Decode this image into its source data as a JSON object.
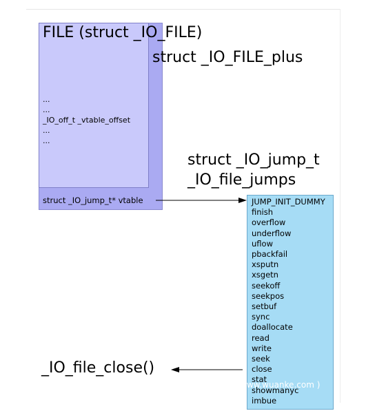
{
  "file_struct": {
    "title": "FILE (struct _IO_FILE)",
    "fields": [
      "...",
      "...",
      "_IO_off_t _vtable_offset",
      "...",
      "..."
    ]
  },
  "file_plus": {
    "title": "struct _IO_FILE_plus",
    "vtable_field": "struct _IO_jump_t* vtable"
  },
  "jump_table": {
    "type_label": "struct _IO_jump_t",
    "name_label": "_IO_file_jumps",
    "entries": [
      "JUMP_INIT_DUMMY",
      "finish",
      "overflow",
      "underflow",
      "uflow",
      "pbackfail",
      "xsputn",
      "xsgetn",
      "seekoff",
      "seekpos",
      "setbuf",
      "sync",
      "doallocate",
      "read",
      "write",
      "seek",
      "close",
      "stat",
      "showmanyc",
      "imbue"
    ]
  },
  "close_target": "_IO_file_close()",
  "watermark": "www.wuanke.com )",
  "colors": {
    "plus_box": "#aaaaf2",
    "file_box": "#c9c9fb",
    "jumps_box": "#a6dcf5",
    "arrow": "#000000"
  }
}
